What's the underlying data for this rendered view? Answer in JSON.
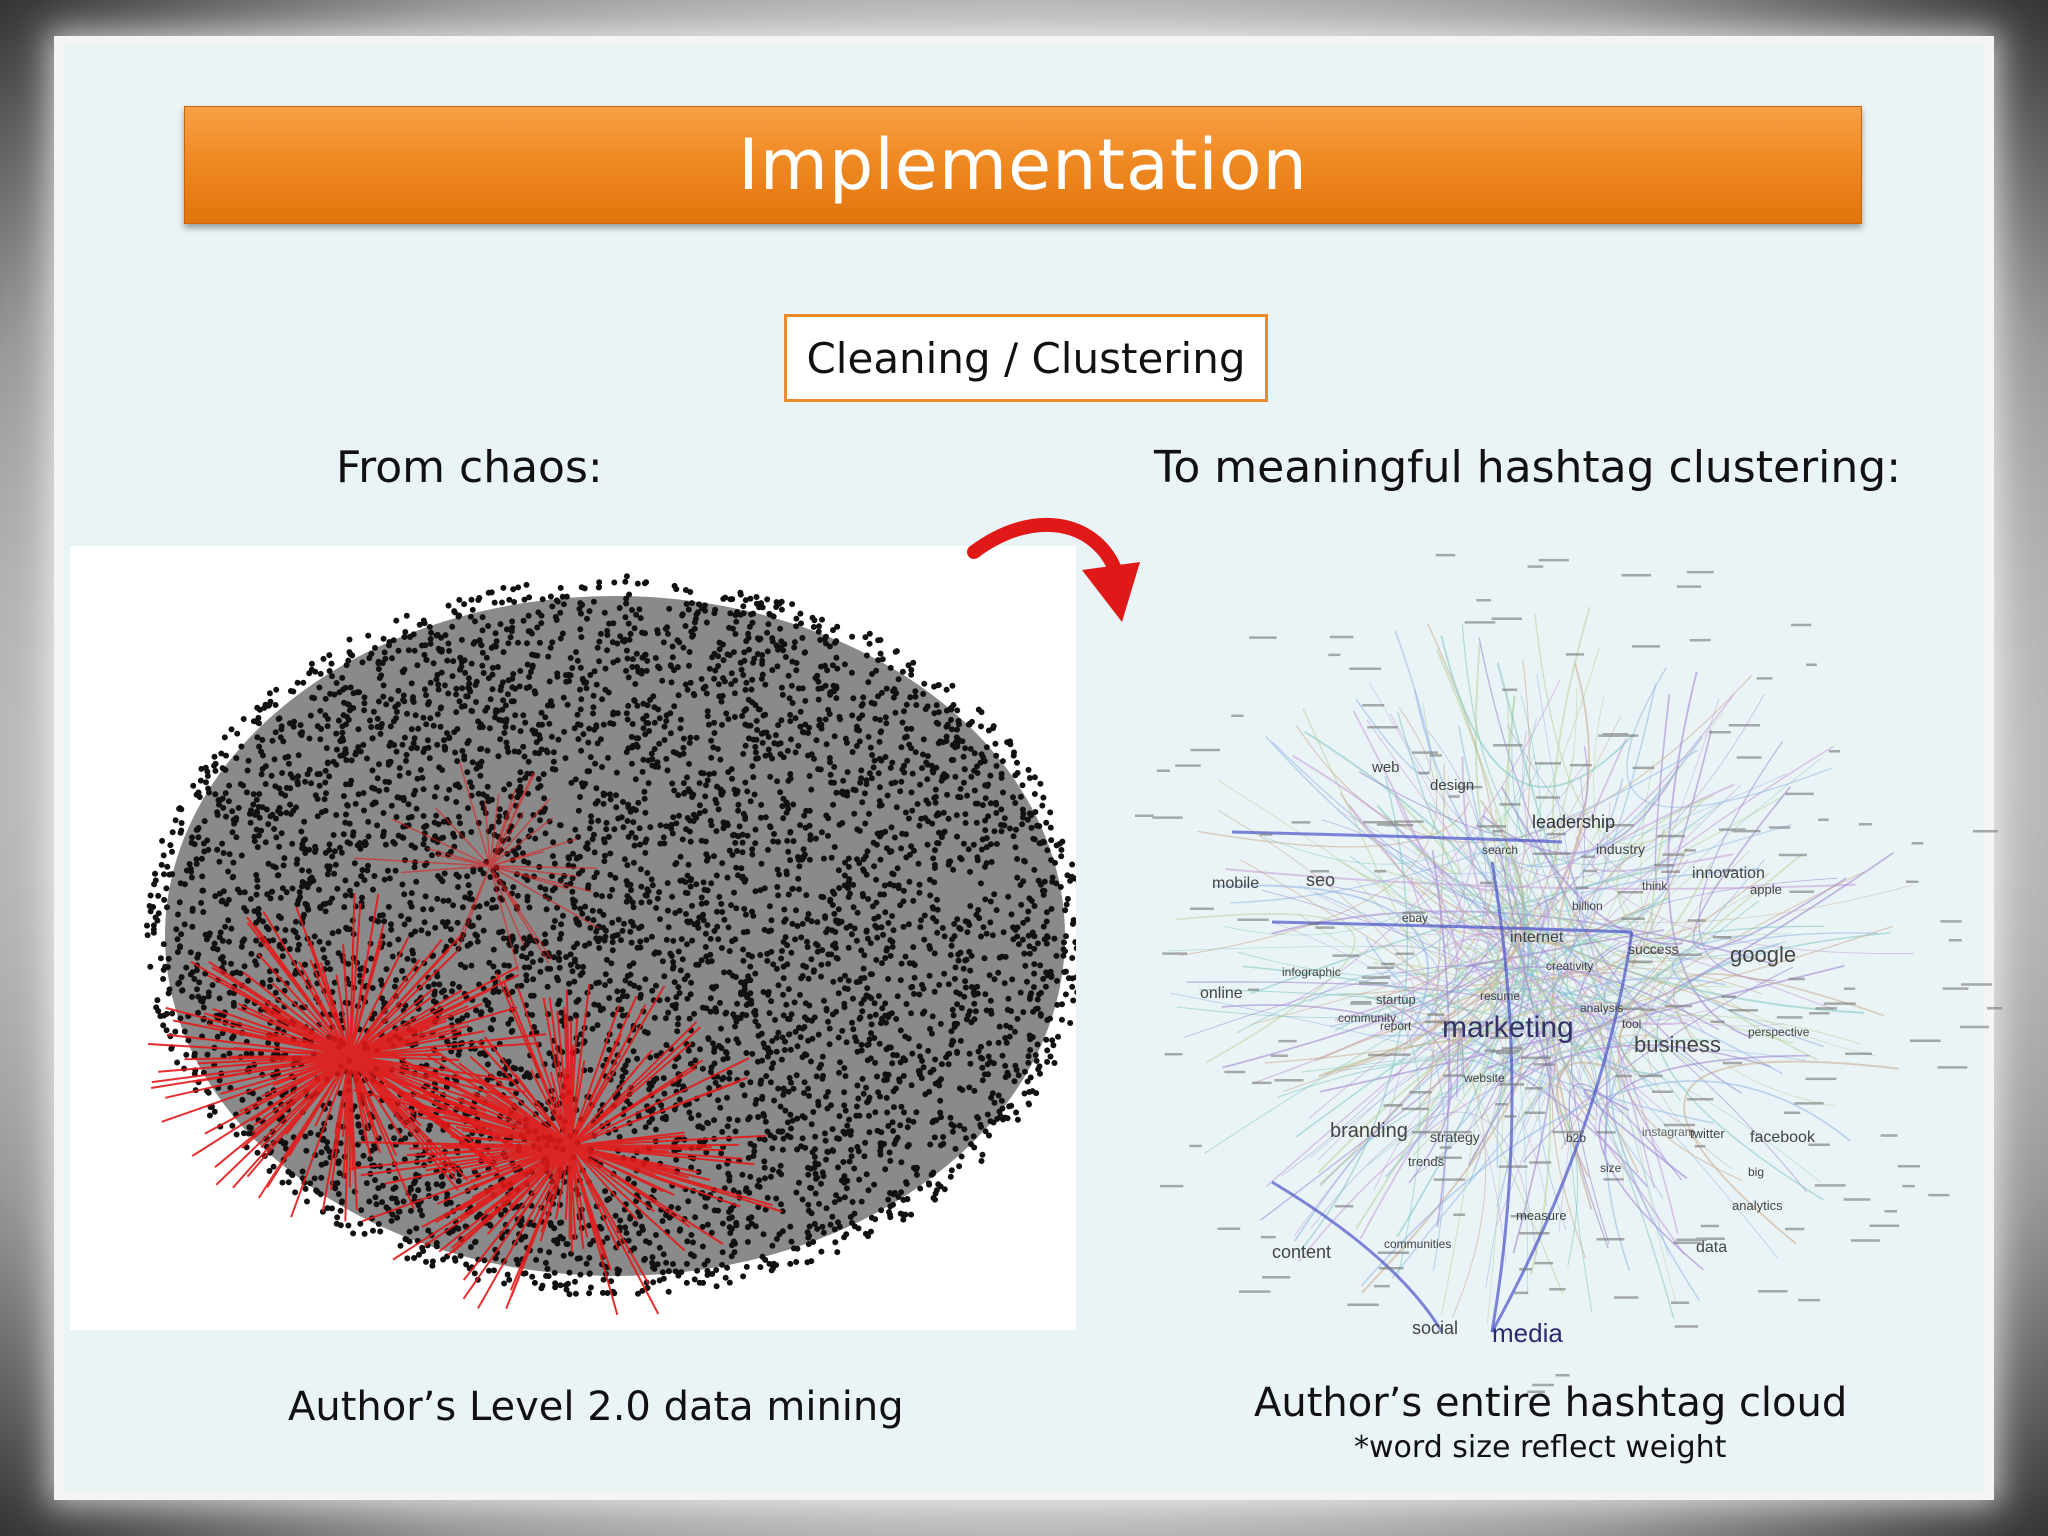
{
  "slide": {
    "title": "Implementation",
    "subtitle": "Cleaning / Clustering",
    "left_heading": "From chaos:",
    "right_heading": "To meaningful hashtag clustering:",
    "left_caption": "Author’s Level 2.0 data mining",
    "right_caption": "Author’s entire hashtag cloud",
    "right_note": "*word size reflect weight"
  },
  "colors": {
    "title_bar": "#f08a24",
    "box_border": "#ec8a2c",
    "arrow": "#e01818",
    "node_black": "#111111",
    "edge_red": "#e31a1a"
  },
  "hashtags": [
    {
      "word": "marketing",
      "size": 30,
      "color": "#333366"
    },
    {
      "word": "media",
      "size": 26,
      "color": "#2a2a70"
    },
    {
      "word": "business",
      "size": 22,
      "color": "#444"
    },
    {
      "word": "google",
      "size": 22,
      "color": "#444"
    },
    {
      "word": "branding",
      "size": 20,
      "color": "#444"
    },
    {
      "word": "content",
      "size": 18,
      "color": "#444"
    },
    {
      "word": "social",
      "size": 18,
      "color": "#444"
    },
    {
      "word": "leadership",
      "size": 18,
      "color": "#333"
    },
    {
      "word": "innovation",
      "size": 16,
      "color": "#444"
    },
    {
      "word": "seo",
      "size": 18,
      "color": "#444"
    },
    {
      "word": "mobile",
      "size": 16,
      "color": "#444"
    },
    {
      "word": "online",
      "size": 16,
      "color": "#444"
    },
    {
      "word": "internet",
      "size": 16,
      "color": "#444"
    },
    {
      "word": "facebook",
      "size": 16,
      "color": "#444"
    },
    {
      "word": "data",
      "size": 16,
      "color": "#444"
    },
    {
      "word": "design",
      "size": 15,
      "color": "#444"
    },
    {
      "word": "web",
      "size": 15,
      "color": "#444"
    },
    {
      "word": "industry",
      "size": 14,
      "color": "#444"
    },
    {
      "word": "success",
      "size": 14,
      "color": "#444"
    },
    {
      "word": "strategy",
      "size": 14,
      "color": "#444"
    },
    {
      "word": "analytics",
      "size": 13,
      "color": "#444"
    },
    {
      "word": "twitter",
      "size": 13,
      "color": "#444"
    },
    {
      "word": "startup",
      "size": 13,
      "color": "#444"
    },
    {
      "word": "trends",
      "size": 13,
      "color": "#444"
    },
    {
      "word": "measure",
      "size": 13,
      "color": "#444"
    },
    {
      "word": "communities",
      "size": 12,
      "color": "#444"
    },
    {
      "word": "analysis",
      "size": 12,
      "color": "#444"
    },
    {
      "word": "creativity",
      "size": 12,
      "color": "#444"
    },
    {
      "word": "report",
      "size": 12,
      "color": "#444"
    },
    {
      "word": "community",
      "size": 12,
      "color": "#444"
    },
    {
      "word": "apple",
      "size": 13,
      "color": "#444"
    },
    {
      "word": "billion",
      "size": 12,
      "color": "#444"
    },
    {
      "word": "ebay",
      "size": 12,
      "color": "#444"
    },
    {
      "word": "think",
      "size": 12,
      "color": "#444"
    },
    {
      "word": "infographic",
      "size": 12,
      "color": "#444"
    },
    {
      "word": "big",
      "size": 12,
      "color": "#444"
    },
    {
      "word": "tool",
      "size": 12,
      "color": "#444"
    },
    {
      "word": "perspective",
      "size": 12,
      "color": "#444"
    },
    {
      "word": "size",
      "size": 12,
      "color": "#444"
    },
    {
      "word": "b2b",
      "size": 12,
      "color": "#444"
    },
    {
      "word": "instagram",
      "size": 12,
      "color": "#666"
    },
    {
      "word": "website",
      "size": 12,
      "color": "#444"
    },
    {
      "word": "resume",
      "size": 12,
      "color": "#444"
    },
    {
      "word": "search",
      "size": 12,
      "color": "#444"
    }
  ]
}
